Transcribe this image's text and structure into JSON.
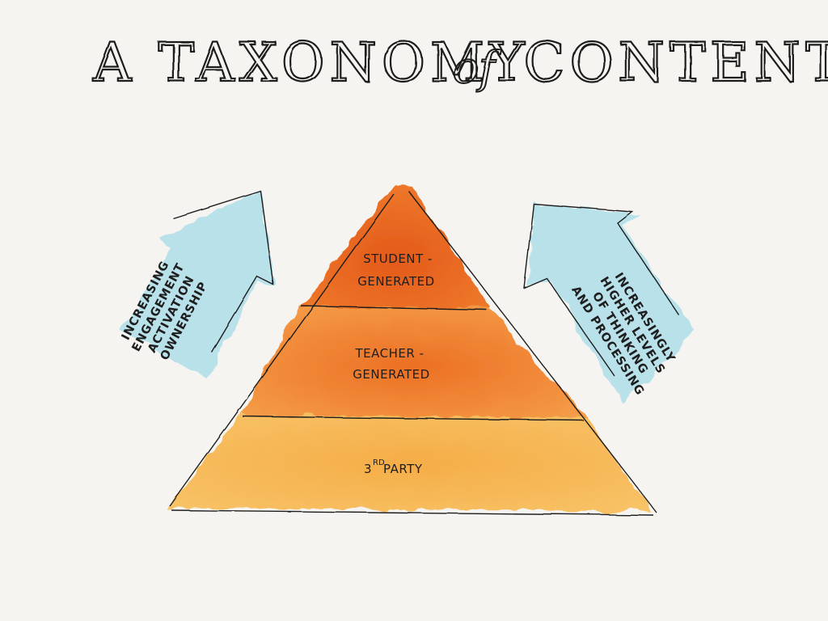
{
  "title": {
    "lead": "A TAXONOMY",
    "joiner": "of",
    "tail": "CONTENT"
  },
  "pyramid": {
    "tiers": [
      {
        "lines": [
          "STUDENT -",
          "GENERATED"
        ],
        "color": "#e5621e"
      },
      {
        "lines": [
          "TEACHER -",
          "GENERATED"
        ],
        "color": "#f08a2c"
      },
      {
        "main": "3",
        "sup": "RD",
        "rest": " PARTY",
        "color": "#f6b246"
      }
    ]
  },
  "left_arrow": {
    "lines": [
      "INCREASING",
      "ENGAGEMENT",
      "ACTIVATION",
      "OWNERSHIP"
    ],
    "color": "#b9e1ea"
  },
  "right_arrow": {
    "lines": [
      "INCREASINGLY",
      "HIGHER LEVELS",
      "OF THINKING",
      "AND PROCESSING"
    ],
    "color": "#b9e1ea"
  }
}
